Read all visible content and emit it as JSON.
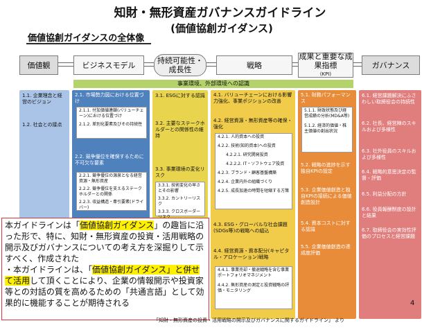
{
  "header": {
    "title_line1": "知財・無形資産ガバナンスガイドライン",
    "title_line2": "(価値協創ガイダンス)",
    "overview": "価値協創ガイダンスの全体像"
  },
  "flow": [
    "価値観",
    "ビジネスモデル",
    "持続可能性・成長性",
    "戦略",
    "成果と重要な成果指標",
    "ガバナンス"
  ],
  "flow_kpi": "(KPI)",
  "band": "事業環境、外部環境への認識",
  "col1": {
    "items": [
      "1.1. 企業理念と経営のビジョン",
      "1.2. 社会との接点"
    ]
  },
  "col2": {
    "h1": "2.1. 市場勢力図における位置づけ",
    "b1": [
      "2.1.1. 付加価値連鎖(バリューチェーン)における位置づけ",
      "2.1.2. 差別化要素及びその持続性"
    ],
    "h2": "2.2. 競争優位を確保するために不可欠な要素",
    "b2": [
      "2.2.1. 競争優位の源泉となる経営資源・無形資産",
      "2.2.2. 競争優位を支えるステークホルダーとの関係",
      "2.2.3. 収益構造・牽引要素(ドライバー)"
    ]
  },
  "col3": {
    "h1": "3.1. ESGに対する認識",
    "h2": "3.2. 主要なステークホルダーとの関係性の維持",
    "h3": "3.3. 事業環境の変化リスク",
    "b3": [
      "3.3.1. 技術変化の早さとその影響",
      "3.3.2. カントリーリスク",
      "3.3.3. クロスボーダーリスク"
    ]
  },
  "col4": {
    "h1": "4.1. バリューチェーンにおける影響力強化、事業ポジションの改善",
    "h2": "4.2. 経営資源・無形資産等の確保・強化",
    "items": [
      "4.2.1. 人的資本への投資",
      "4.2.2. 技術(知的資本)への投資",
      "4.2.2.1. 研究開発投資",
      "4.2.2.2. IT・ソフトウェア投資",
      "4.2.3. ブランド・顧客基盤構築",
      "4.2.4. 企業内外の組織づくり",
      "4.2.5. 成長加速の時間を短縮する方策"
    ],
    "h3": "4.3. ESG・グローバルな社会課題(SDGs等)の戦略への組込",
    "h4": "4.4. 経営資源・資本配分(キャピタル・アロケーション)戦略",
    "b4": [
      "4.4.1. 事業売却・撤退戦略を含む事業ポートフォリオマネジメント",
      "4.4.2. 無形資産の測定と投資戦略の評価・モニタリング"
    ]
  },
  "col5": {
    "h1": "5.1. 財務パフォーマンス",
    "b1": [
      "5.1.1. 財政状態及び経営成績の分析(MD&A等)",
      "5.1.2. 経済的価値・株主価値の創出状況"
    ],
    "h2": "5.2. 戦略の進捗を示す独自KPIの設定",
    "h3": "5.3. 企業価値創造と独自KPIの接続による価値創造設計",
    "h4": "5.4. 資本コストに対する認識",
    "h5": "5.5. 企業価値創造の達成度評価"
  },
  "col6": {
    "items": [
      "6.1. 経営課題解決にふさわしい取締役会の持続性",
      "6.2. 社長、経営陣のスキルおよび多様性",
      "6.3. 社外役員のスキルおよび多様性",
      "6.4. 戦略的意思決定の監督・評価",
      "6.5. 利益分配の方針",
      "6.6. 役員報酬制度の設計と結果",
      "6.7. 取締役会の実効性評価のプロセスと経営課題"
    ]
  },
  "note": {
    "p1_a": "本ガイドラインは「",
    "p1_hl": "価値協創ガイダンス",
    "p1_b": "」の趣旨に沿った形で、特に、知財・無形資産の投資・活用戦略の開示及びガバナンスについての考え方を深掘りして示すべく、作成された",
    "p2_a": "・本ガイドラインは、「",
    "p2_hl": "価値協創ガイダンス」と併せて活用",
    "p2_b": "して頂くことにより、企業の情報開示や投資家等との対話の質を高めるための「共通言語」として効果的に機能することが期待される"
  },
  "page_number": "4",
  "footer": "「知財・無形資産の投資・活用戦略の開示及びガバナンスに関するガイドライン」 より",
  "colors": {
    "col1": "#a9c4e6",
    "col2": "#4f81bd",
    "col3": "#e8d44d",
    "col4": "#f0cc4a",
    "col5": "#e98c3a",
    "col6": "#e07d7d",
    "band": "#b4d36a",
    "highlight": "#fff000",
    "note_border": "#dd3333"
  }
}
